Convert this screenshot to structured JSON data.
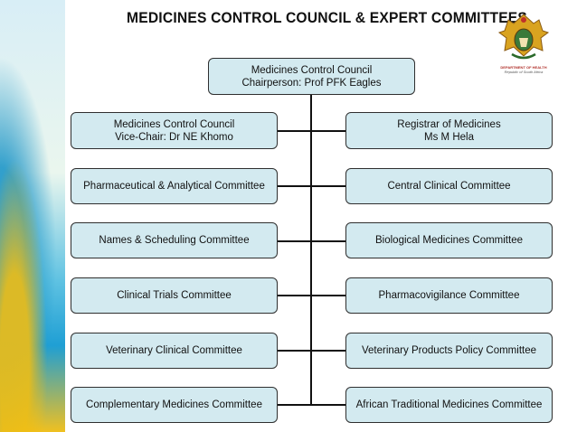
{
  "title": "MEDICINES CONTROL COUNCIL & EXPERT COMMITTEES",
  "logo": {
    "caption_line1": "DEPARTMENT OF HEALTH",
    "caption_line2": "Republic of South Africa"
  },
  "org_chart": {
    "root": {
      "line1": "Medicines Control Council",
      "line2": "Chairperson: Prof PFK Eagles"
    },
    "left": [
      {
        "line1": "Medicines Control Council",
        "line2": "Vice-Chair: Dr NE Khomo"
      },
      {
        "line1": "Pharmaceutical & Analytical Committee",
        "line2": ""
      },
      {
        "line1": "Names & Scheduling Committee",
        "line2": ""
      },
      {
        "line1": "Clinical Trials Committee",
        "line2": ""
      },
      {
        "line1": "Veterinary Clinical Committee",
        "line2": ""
      },
      {
        "line1": "Complementary Medicines Committee",
        "line2": ""
      }
    ],
    "right": [
      {
        "line1": "Registrar of Medicines",
        "line2": "Ms M Hela"
      },
      {
        "line1": "Central Clinical Committee",
        "line2": ""
      },
      {
        "line1": "Biological Medicines Committee",
        "line2": ""
      },
      {
        "line1": "Pharmacovigilance Committee",
        "line2": ""
      },
      {
        "line1": "Veterinary Products Policy Committee",
        "line2": ""
      },
      {
        "line1": "African Traditional Medicines Committee",
        "line2": ""
      }
    ]
  },
  "colors": {
    "box_fill": "#d3eaf0",
    "box_border": "#2f2f2f",
    "connector": "#111111"
  }
}
